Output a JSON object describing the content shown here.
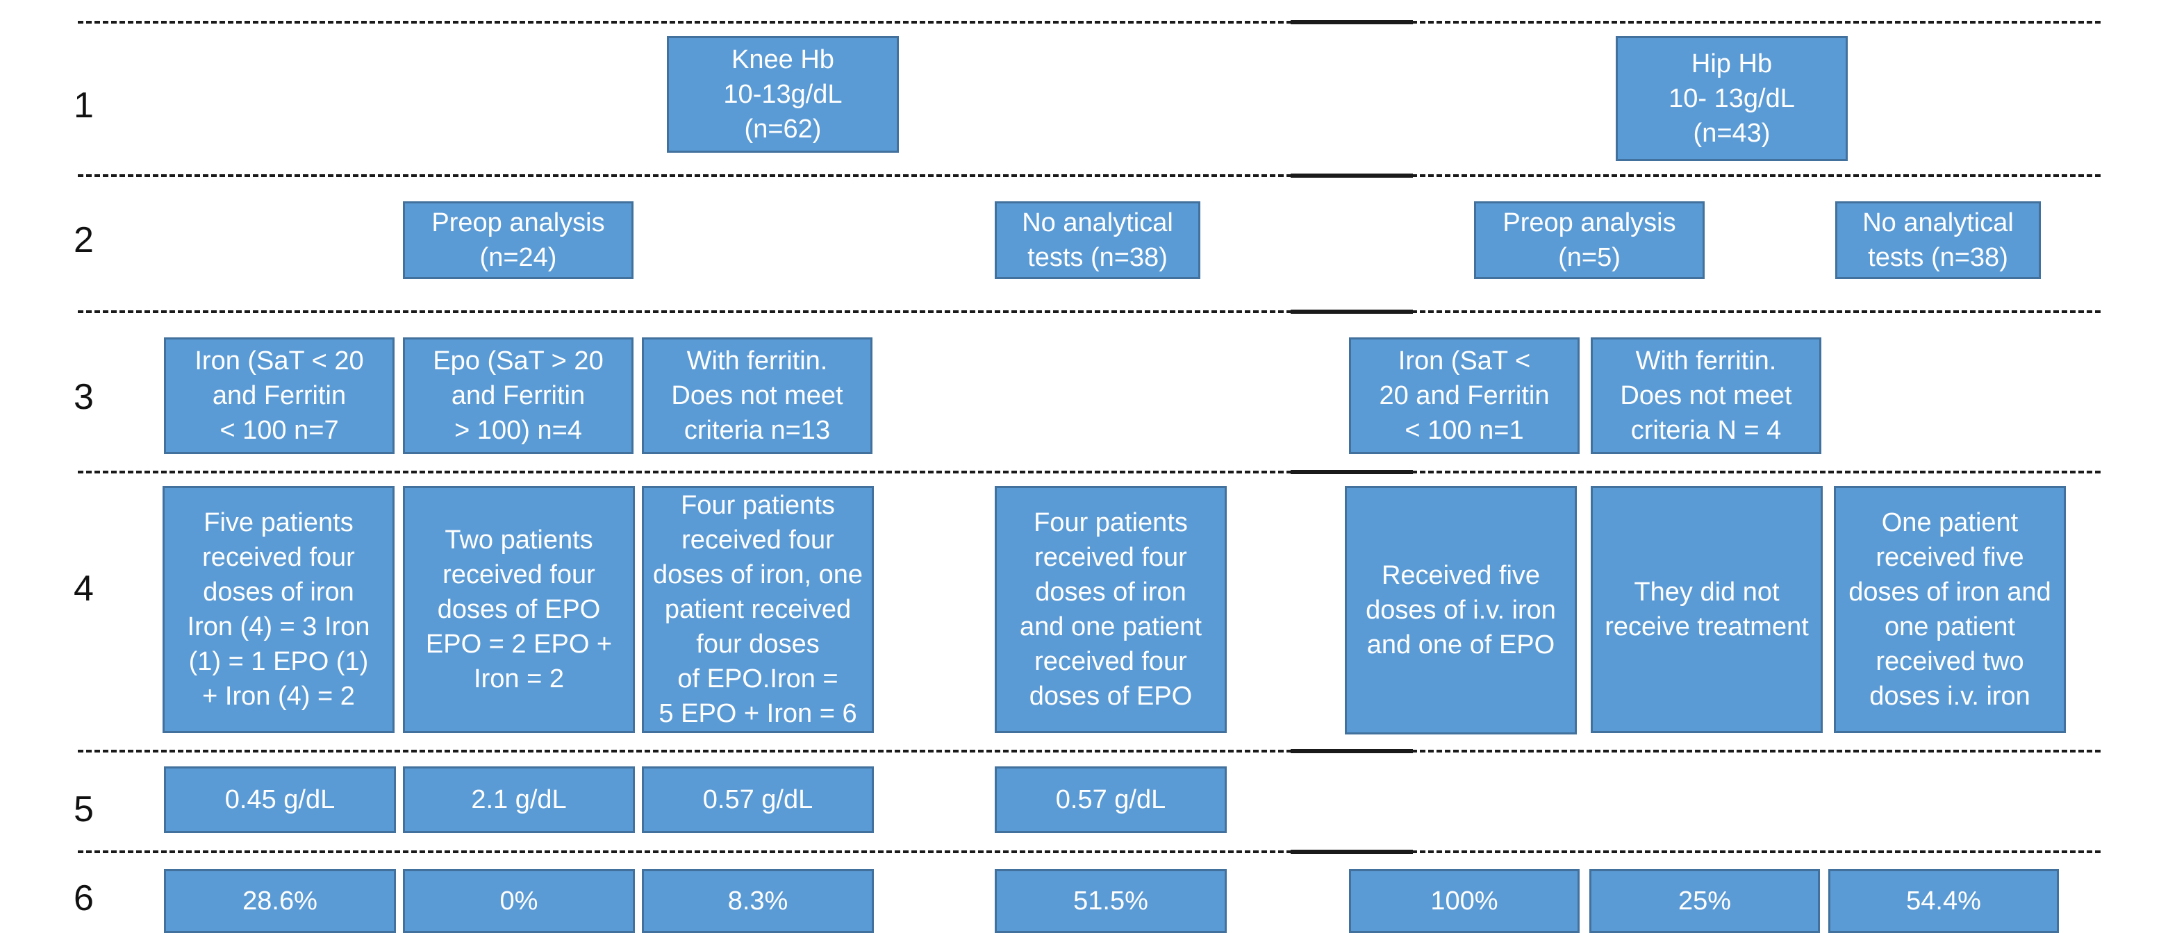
{
  "rows": [
    "1",
    "2",
    "3",
    "4",
    "5",
    "6"
  ],
  "boxes": {
    "knee_hb": "Knee Hb\n10-13g/dL\n(n=62)",
    "hip_hb": "Hip Hb\n10- 13g/dL\n(n=43)",
    "knee_preop": "Preop analysis\n(n=24)",
    "knee_no_tests": "No analytical\ntests (n=38)",
    "hip_preop": "Preop analysis\n(n=5)",
    "hip_no_tests": "No analytical\ntests (n=38)",
    "knee_iron": "Iron (SaT < 20\nand Ferritin\n< 100 n=7",
    "knee_epo": "Epo (SaT > 20\nand Ferritin\n> 100) n=4",
    "knee_ferritin": "With ferritin.\nDoes not meet\ncriteria n=13",
    "hip_iron": "Iron (SaT <\n20 and Ferritin\n< 100 n=1",
    "hip_ferritin": "With ferritin.\nDoes not meet\ncriteria N = 4",
    "knee_iron_tx": "Five patients\nreceived four\ndoses of iron\nIron (4) = 3 Iron\n(1) = 1 EPO (1)\n+ Iron (4) = 2",
    "knee_epo_tx": "Two patients\nreceived four\ndoses of EPO\nEPO = 2 EPO +\nIron = 2",
    "knee_ferritin_tx": "Four patients\nreceived four\ndoses of iron, one\npatient received\nfour doses\nof EPO.Iron =\n5 EPO + Iron = 6",
    "knee_no_tests_tx": "Four patients\nreceived four\ndoses of iron\nand one patient\nreceived four\ndoses of EPO",
    "hip_iron_tx": "Received five\ndoses of i.v. iron\nand one of EPO",
    "hip_ferritin_tx": "They did not\nreceive treatment",
    "hip_no_tests_tx": "One patient\nreceived five\ndoses of iron and\none patient\nreceived two\ndoses i.v. iron",
    "knee_iron_hb": "0.45 g/dL",
    "knee_epo_hb": "2.1 g/dL",
    "knee_ferritin_hb": "0.57 g/dL",
    "knee_no_tests_hb": "0.57 g/dL",
    "knee_iron_pct": "28.6%",
    "knee_epo_pct": "0%",
    "knee_ferritin_pct": "8.3%",
    "knee_no_tests_pct": "51.5%",
    "hip_iron_pct": "100%",
    "hip_ferritin_pct": "25%",
    "hip_no_tests_pct": "54.4%"
  },
  "colors": {
    "box_fill": "#5b9bd5",
    "box_border": "#41719c",
    "box_text": "#ffffff",
    "line": "#1a1a1a"
  }
}
